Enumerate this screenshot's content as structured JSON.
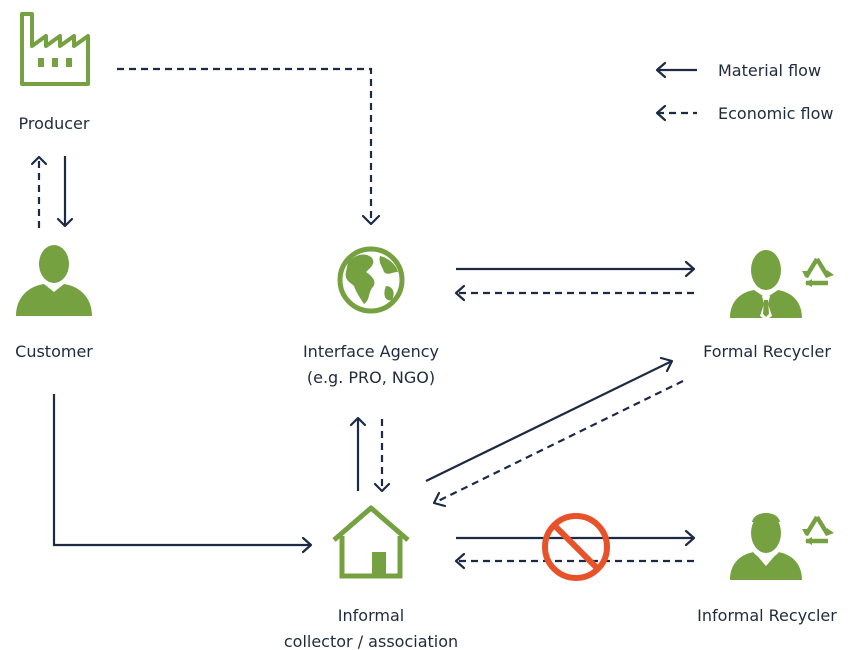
{
  "legend": {
    "material_flow": "Material flow",
    "economic_flow": "Economic flow"
  },
  "nodes": {
    "producer": {
      "label": "Producer"
    },
    "customer": {
      "label": "Customer"
    },
    "interface_agency": {
      "label_line1": "Interface Agency",
      "label_line2": "(e.g. PRO, NGO)"
    },
    "formal_recycler": {
      "label": "Formal Recycler"
    },
    "informal_collector": {
      "label_line1": "Informal",
      "label_line2": "collector / association"
    },
    "informal_recycler": {
      "label": "Informal Recycler"
    }
  },
  "colors": {
    "icon_green": "#76a140",
    "arrow_navy": "#1c2a44",
    "prohibited_red": "#e8522a",
    "text": "#1f2a3c"
  },
  "icons": {
    "producer": "factory-icon",
    "customer": "person-icon",
    "interface_agency": "globe-icon",
    "formal_recycler": "businessman-recycle-icon",
    "informal_collector": "house-icon",
    "informal_recycler": "worker-recycle-icon",
    "blocked": "prohibited-icon"
  }
}
